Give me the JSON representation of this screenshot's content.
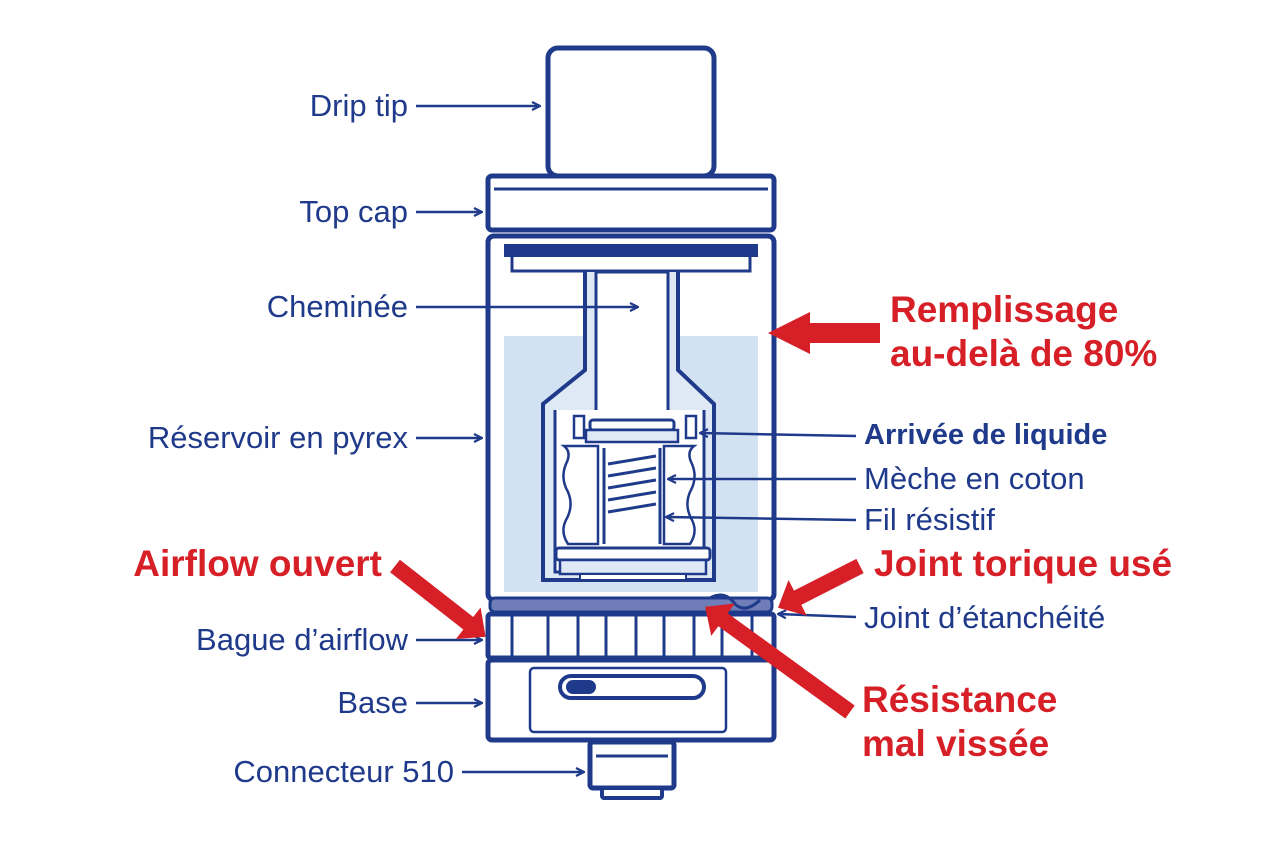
{
  "labels": {
    "left": {
      "drip_tip": "Drip tip",
      "top_cap": "Top cap",
      "cheminee": "Cheminée",
      "reservoir": "Réservoir en pyrex",
      "bague_airflow": "Bague d’airflow",
      "base": "Base",
      "connecteur": "Connecteur 510"
    },
    "right": {
      "arrivee": "Arrivée de liquide",
      "meche": "Mèche en coton",
      "fil": "Fil résistif",
      "joint_etancheite": "Joint d’étanchéité"
    }
  },
  "problems": {
    "remplissage_line1": "Remplissage",
    "remplissage_line2": "au-delà de 80%",
    "airflow": "Airflow ouvert",
    "joint_torique": "Joint torique usé",
    "resistance_line1": "Résistance",
    "resistance_line2": "mal vissée"
  },
  "colors": {
    "outline": "#1f3a8a",
    "label": "#1f3a8a",
    "problem": "#d61f26",
    "liquid": "#d3e2f3"
  }
}
